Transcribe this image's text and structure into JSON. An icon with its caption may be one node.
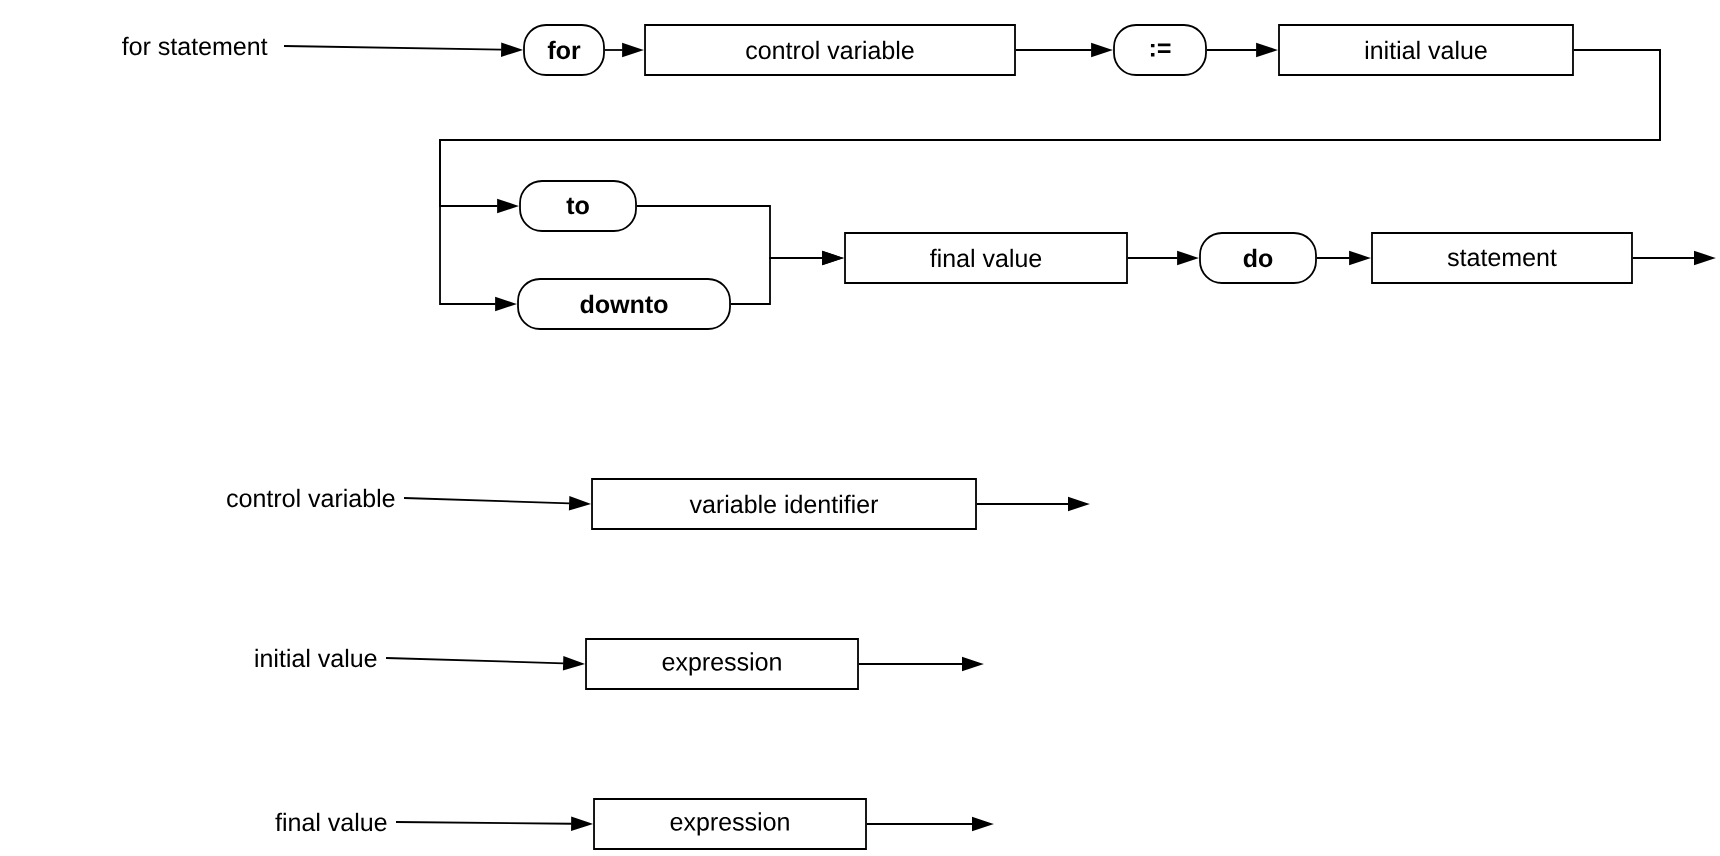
{
  "diagram": {
    "nodes": [
      {
        "text": [
          "for statement"
        ]
      },
      {
        "text": [
          "for"
        ]
      },
      {
        "text": [
          "control variable"
        ]
      },
      {
        "text": [
          ":="
        ]
      },
      {
        "text": [
          "initial value"
        ]
      },
      {
        "text": [
          "to"
        ]
      },
      {
        "text": [
          "downto"
        ]
      },
      {
        "text": [
          "final value"
        ]
      },
      {
        "text": [
          "do"
        ]
      },
      {
        "text": [
          "statement"
        ]
      },
      {
        "text": [
          "control variable"
        ]
      },
      {
        "text": [
          "variable identifier"
        ]
      },
      {
        "text": [
          "initial value"
        ]
      },
      {
        "text": [
          "expression"
        ]
      },
      {
        "text": [
          "final value"
        ]
      },
      {
        "text": [
          "expression"
        ]
      }
    ],
    "edges": [
      {
        "from": 0,
        "to": 1,
        "arrow": "to"
      },
      {
        "from": 1,
        "to": 2,
        "arrow": "to"
      },
      {
        "from": 2,
        "to": 3,
        "arrow": "to"
      },
      {
        "from": 3,
        "to": 4,
        "arrow": "to"
      },
      {
        "from": 4,
        "to": 5,
        "arrow": "to"
      },
      {
        "from": 4,
        "to": 6,
        "arrow": "to"
      },
      {
        "from": 5,
        "to": 7,
        "arrow": "to"
      },
      {
        "from": 6,
        "to": 7,
        "arrow": "to"
      },
      {
        "from": 7,
        "to": 8,
        "arrow": "to"
      },
      {
        "from": 8,
        "to": 9,
        "arrow": "to"
      },
      {
        "from": 9,
        "to": null,
        "arrow": "to"
      },
      {
        "from": 10,
        "to": 11,
        "arrow": "to"
      },
      {
        "from": 11,
        "to": null,
        "arrow": "to"
      },
      {
        "from": 12,
        "to": 13,
        "arrow": "to"
      },
      {
        "from": 13,
        "to": null,
        "arrow": "to"
      },
      {
        "from": 14,
        "to": 15,
        "arrow": "to"
      },
      {
        "from": 15,
        "to": null,
        "arrow": "to"
      }
    ]
  }
}
